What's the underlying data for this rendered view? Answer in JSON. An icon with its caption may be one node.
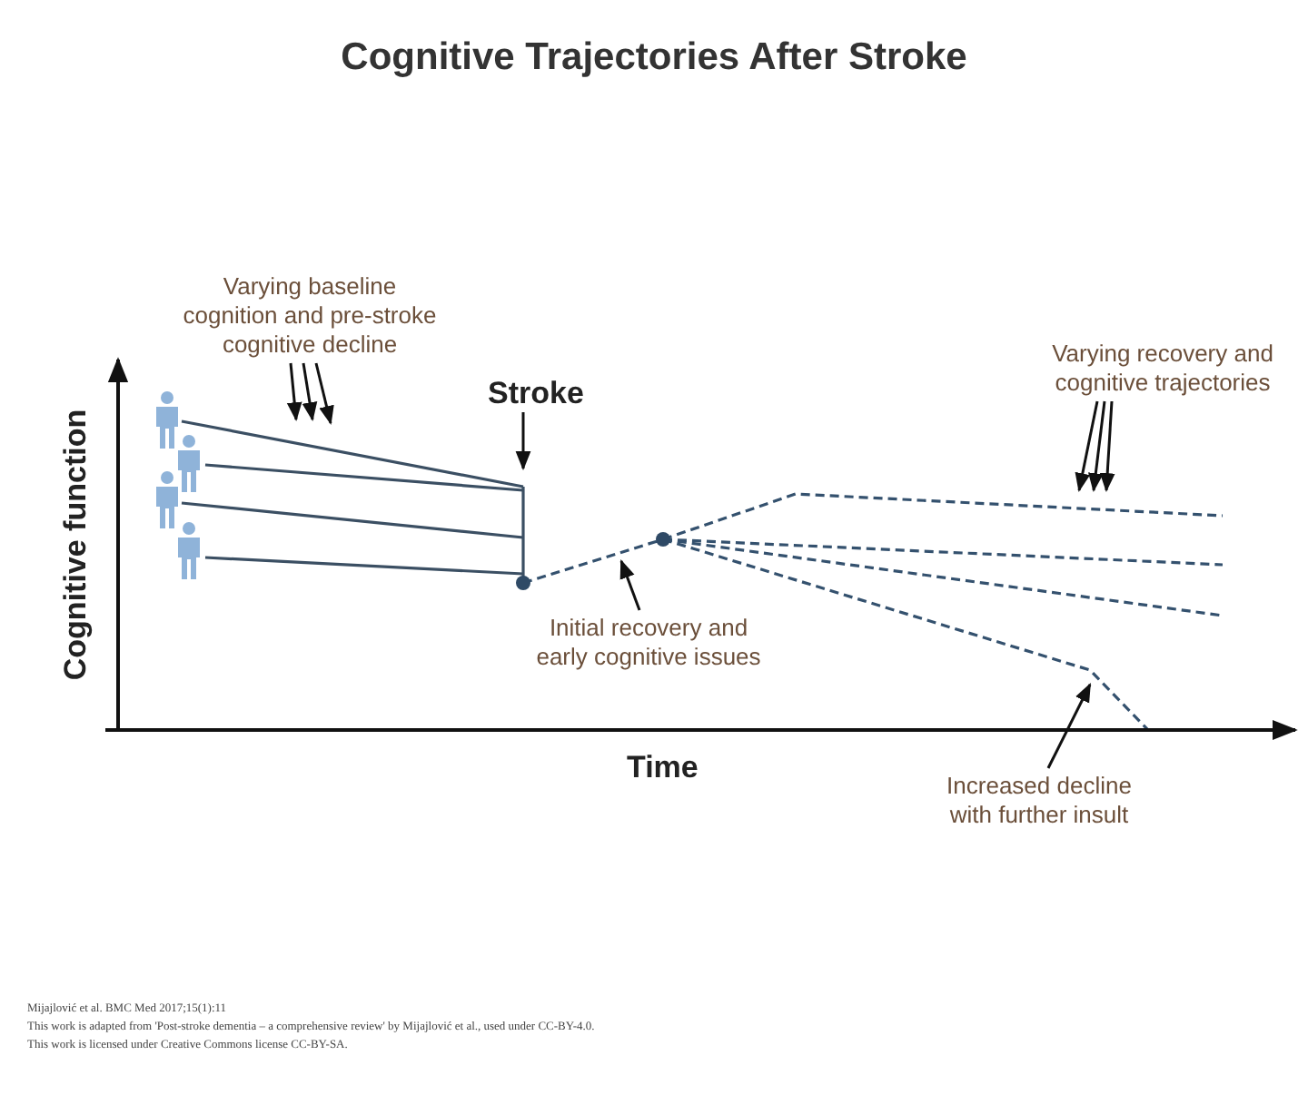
{
  "diagram": {
    "title": "Cognitive Trajectories After Stroke",
    "nodes": [
      {
        "text": [
          "Varying baseline cognition and pre-stroke cognitive decline"
        ]
      },
      {
        "text": [
          "Stroke"
        ]
      },
      {
        "text": [
          "Initial recovery and early cognitive issues"
        ]
      },
      {
        "text": [
          "Varying recovery and cognitive trajectories"
        ]
      },
      {
        "text": [
          "Increased decline with further insult"
        ]
      }
    ],
    "edges": [
      {
        "from": 0,
        "to": null,
        "arrow": "to"
      },
      {
        "from": 0,
        "to": null,
        "arrow": "to"
      },
      {
        "from": 0,
        "to": null,
        "arrow": "to"
      },
      {
        "from": 1,
        "to": null,
        "arrow": "to"
      },
      {
        "from": 2,
        "to": null,
        "arrow": "to"
      },
      {
        "from": 3,
        "to": null,
        "arrow": "to"
      },
      {
        "from": 3,
        "to": null,
        "arrow": "to"
      },
      {
        "from": 3,
        "to": null,
        "arrow": "to"
      },
      {
        "from": 4,
        "to": null,
        "arrow": "to"
      }
    ],
    "labels": [
      "Cognitive function",
      "Time",
      "Mijajlović et al. BMC Med 2017;15(1):11",
      "This work is adapted from 'Post-stroke dementia – a comprehensive review' by Mijajlović et al., used under CC-BY-4.0.",
      "This work is licensed under Creative Commons license CC-BY-SA."
    ]
  }
}
